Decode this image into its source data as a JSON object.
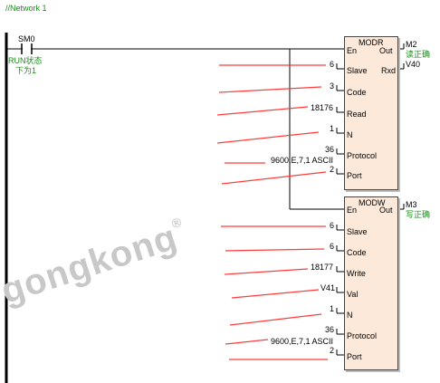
{
  "network_label": "//Network 1",
  "contact": {
    "name": "SM0",
    "comment_line1": "RUN状态",
    "comment_line2": "下为1"
  },
  "block1": {
    "title": "MODR",
    "en": "En",
    "out": "Out",
    "out_var": "M2",
    "out_comment": "读正确",
    "rxd_label": "Rxd",
    "rxd_var": "V40",
    "pins": [
      {
        "label": "Slave",
        "value": "6"
      },
      {
        "label": "Code",
        "value": "3"
      },
      {
        "label": "Read",
        "value": "18176"
      },
      {
        "label": "N",
        "value": "1"
      },
      {
        "label": "Protocol",
        "value": "36",
        "extra": "9600,E,7,1 ASCII"
      },
      {
        "label": "Port",
        "value": "2"
      }
    ]
  },
  "block2": {
    "title": "MODW",
    "en": "En",
    "out": "Out",
    "out_var": "M3",
    "out_comment": "写正确",
    "pins": [
      {
        "label": "Slave",
        "value": "6"
      },
      {
        "label": "Code",
        "value": "6"
      },
      {
        "label": "Write",
        "value": "18177"
      },
      {
        "label": "Val",
        "value": "V41"
      },
      {
        "label": "N",
        "value": "1"
      },
      {
        "label": "Protocol",
        "value": "36",
        "extra": "9600,E,7,1 ASCII"
      },
      {
        "label": "Port",
        "value": "2"
      }
    ]
  },
  "watermark": "gongkong",
  "watermark_mark": "®",
  "colors": {
    "comment": "#1b8c1b",
    "annotation": "#ff3b3b",
    "block_fill": "#fde9d9"
  }
}
